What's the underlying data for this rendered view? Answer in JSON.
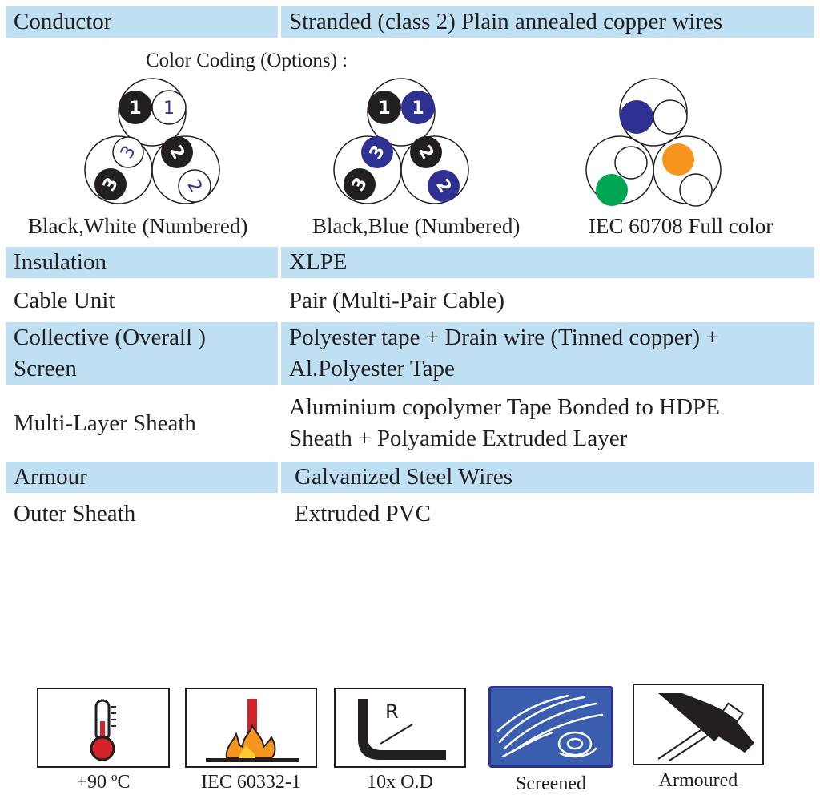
{
  "rows": {
    "conductor": {
      "label": "Conductor",
      "value": "Stranded (class 2) Plain annealed copper wires"
    },
    "insulation": {
      "label": "Insulation",
      "value": "XLPE"
    },
    "cable_unit": {
      "label": "Cable Unit",
      "value": "Pair (Multi-Pair Cable)"
    },
    "screen": {
      "label_1": "Collective (Overall )",
      "label_2": "Screen",
      "value_1": "Polyester tape + Drain wire (Tinned copper) +",
      "value_2": "Al.Polyester Tape"
    },
    "sheath": {
      "label": "Multi-Layer Sheath",
      "value_1": "Aluminium copolymer Tape Bonded to HDPE",
      "value_2": "Sheath + Polyamide Extruded Layer"
    },
    "armour": {
      "label": "Armour",
      "value": "Galvanized Steel Wires"
    },
    "outer_sheath": {
      "label": "Outer Sheath",
      "value": "Extruded PVC"
    }
  },
  "color_coding": {
    "title": "Color Coding (Options) :",
    "options": [
      {
        "caption": "Black,White (Numbered)",
        "colors": [
          "#231f20",
          "#ffffff"
        ],
        "numbers": [
          "1",
          "2",
          "3"
        ]
      },
      {
        "caption": "Black,Blue (Numbered)",
        "colors": [
          "#231f20",
          "#2e3192"
        ],
        "numbers": [
          "1",
          "2",
          "3"
        ]
      },
      {
        "caption": "IEC 60708 Full color",
        "colors": [
          "#2e3192",
          "#f7941d",
          "#00a651",
          "#ffffff"
        ]
      }
    ]
  },
  "icons": [
    {
      "name": "thermometer-icon",
      "label": "+90 ºC"
    },
    {
      "name": "flame-icon",
      "label": "IEC 60332-1"
    },
    {
      "name": "bend-radius-icon",
      "label": "10x O.D",
      "glyph": "R"
    },
    {
      "name": "screened-icon",
      "label": "Screened"
    },
    {
      "name": "armoured-icon",
      "label": "Armoured"
    }
  ],
  "colors": {
    "row_shade": "#bfe0f3",
    "blue": "#2e3192",
    "orange": "#f7941d",
    "green": "#00a651",
    "red": "#d2232a"
  }
}
